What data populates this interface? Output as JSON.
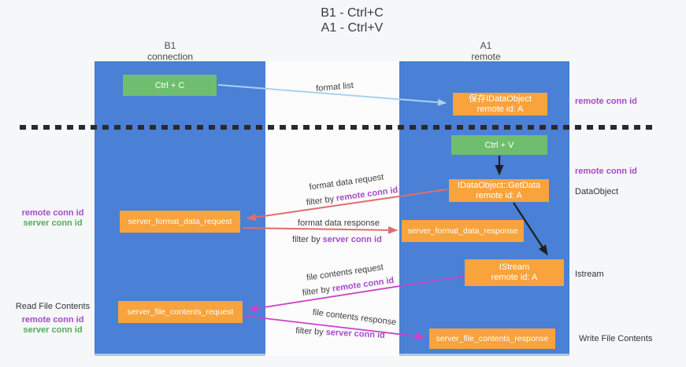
{
  "title": {
    "line1": "B1 - Ctrl+C",
    "line2": "A1 - Ctrl+V"
  },
  "columns": {
    "left": {
      "name": "B1",
      "subtitle": "connection"
    },
    "right": {
      "name": "A1",
      "subtitle": "remote"
    }
  },
  "nodes": {
    "ctrl_c": "Ctrl + C",
    "save_idataobject": {
      "line1": "保存IDataObject",
      "line2": "remote id: A"
    },
    "ctrl_v": "Ctrl + V",
    "getdata": {
      "line1": "IDataObject::GetData",
      "line2": "remote id: A"
    },
    "format_request": "server_format_data_request",
    "format_response": "server_format_data_response",
    "istream": {
      "line1": "IStream",
      "line2": "remote id: A"
    },
    "file_request": "server_file_contents_request",
    "file_response": "server_file_contents_response"
  },
  "labels": {
    "format_list": "format list",
    "format_data_request": "format data request",
    "filter_remote_1": {
      "prefix": "filter by",
      "value": "remote conn id"
    },
    "format_data_response": "format data response",
    "filter_server_1": {
      "prefix": "filter by",
      "value": "server conn id"
    },
    "file_contents_request": "file contents request",
    "filter_remote_2": {
      "prefix": "filter by",
      "value": "remote conn id"
    },
    "file_contents_response": "file contents response",
    "filter_server_2": {
      "prefix": "filter by",
      "value": "server conn id"
    }
  },
  "side": {
    "right": {
      "remote_conn_top": "remote conn id",
      "remote_conn_mid": "remote conn id",
      "dataobject": "DataObject",
      "istream": "Istream",
      "write_file": "Write File Contents"
    },
    "left": {
      "remote_conn_1": "remote conn id",
      "server_conn_1": "server conn id",
      "read_file": "Read File Contents",
      "remote_conn_2": "remote conn id",
      "server_conn_2": "server conn id"
    }
  },
  "colors": {
    "column_blue": "#4a80d5",
    "box_green": "#6fbe70",
    "box_orange": "#f8a33c",
    "conn_purple": "#a44bc8",
    "conn_green": "#55ab5c",
    "arrow_blue": "#a9d2f0",
    "arrow_red": "#e06d6d",
    "arrow_magenta": "#ca43ca",
    "arrow_black": "#1f1f1f"
  }
}
